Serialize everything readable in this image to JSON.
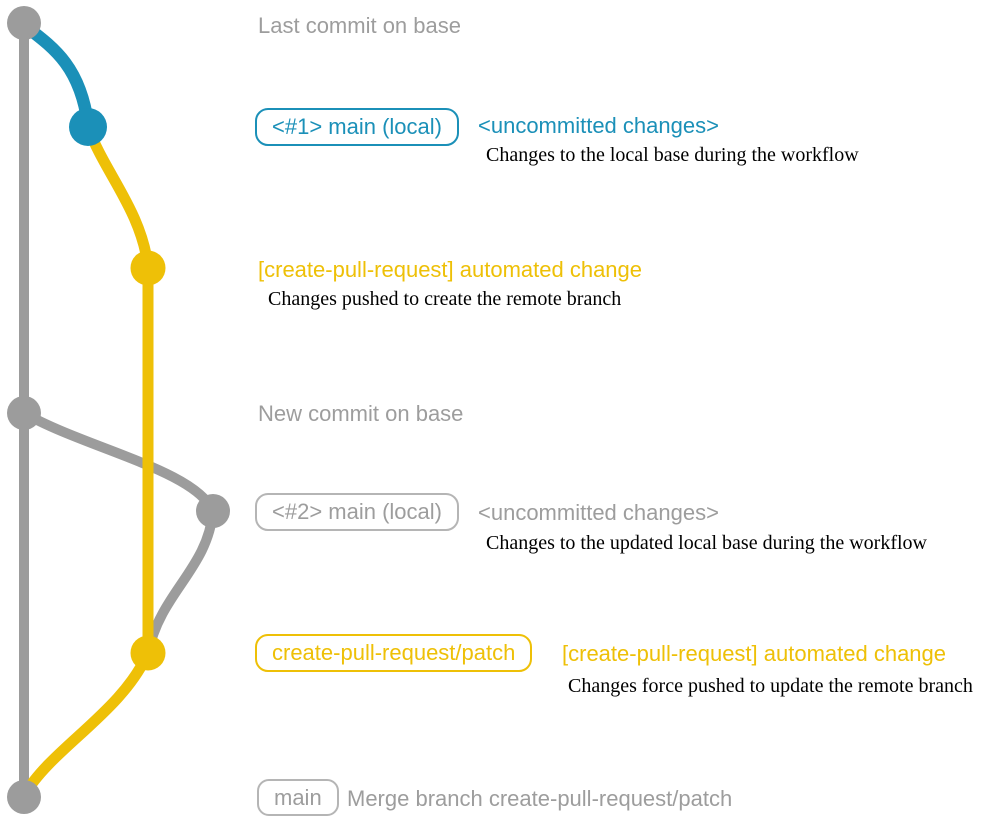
{
  "colors": {
    "gray": "#9c9c9c",
    "text_gray": "#9d9d9d",
    "border_gray": "#b5b5b5",
    "blue": "#1b90b8",
    "yellow": "#eec007",
    "description_text": "#000000",
    "background": "#ffffff"
  },
  "annotations": {
    "last_commit_label": "Last commit on base",
    "new_commit_label": "New commit on base"
  },
  "row_main_local_1": {
    "badge": "<#1> main (local)",
    "title": "<uncommitted changes>",
    "description": "Changes to the local base during the workflow"
  },
  "row_automated_change_1": {
    "title": "[create-pull-request] automated change",
    "description": "Changes pushed to create the remote branch"
  },
  "row_main_local_2": {
    "badge": "<#2> main (local)",
    "title": "<uncommitted changes>",
    "description": "Changes to the updated local base during the workflow"
  },
  "row_patch_branch": {
    "badge": "create-pull-request/patch",
    "title": "[create-pull-request] automated change",
    "description": "Changes force pushed to update the remote branch"
  },
  "row_merge": {
    "badge": "main",
    "title": "Merge branch create-pull-request/patch"
  }
}
